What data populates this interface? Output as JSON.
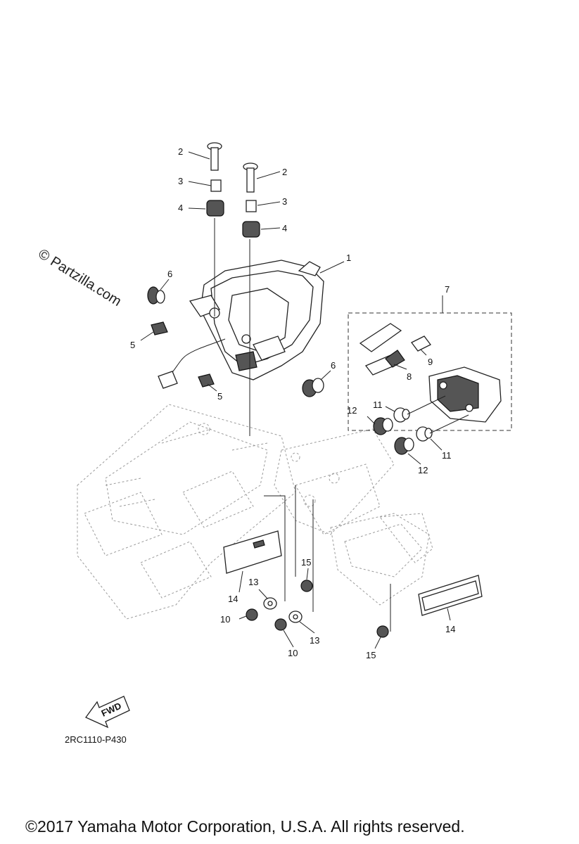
{
  "watermark": "© Partzilla.com",
  "callouts": {
    "c1": "1",
    "c2a": "2",
    "c2b": "2",
    "c3a": "3",
    "c3b": "3",
    "c4a": "4",
    "c4b": "4",
    "c5a": "5",
    "c5b": "5",
    "c6a": "6",
    "c6b": "6",
    "c7": "7",
    "c8": "8",
    "c9": "9",
    "c10a": "10",
    "c10b": "10",
    "c11a": "11",
    "c11b": "11",
    "c12a": "12",
    "c12b": "12",
    "c13a": "13",
    "c13b": "13",
    "c14a": "14",
    "c14b": "14",
    "c15a": "15",
    "c15b": "15"
  },
  "fwd_label": "FWD",
  "diagram_code": "2RC1110-P430",
  "copyright": "©2017 Yamaha Motor Corporation, U.S.A. All rights reserved."
}
